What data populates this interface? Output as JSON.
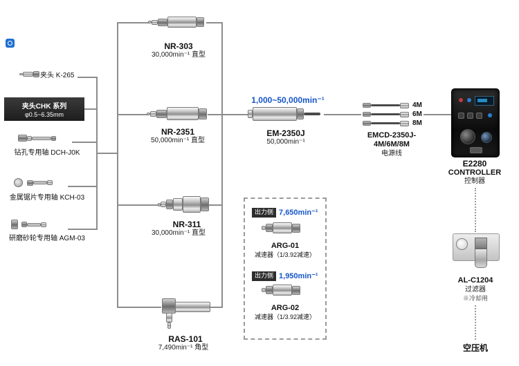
{
  "accessories": {
    "k265": {
      "label": "夹头 K-265"
    },
    "chk": {
      "line1": "夹头CHK 系列",
      "line2": "φ0.5~6.35mm"
    },
    "dch": {
      "label": "钻孔专用轴 DCH-J0K"
    },
    "kch": {
      "label": "金属锯片专用轴 KCH-03"
    },
    "agm": {
      "label": "研磨砂轮专用轴 AGM-03"
    }
  },
  "spindles": [
    {
      "model": "NR-303",
      "spec": "30,000min⁻¹ 直型"
    },
    {
      "model": "NR-2351",
      "spec": "50,000min⁻¹ 直型"
    },
    {
      "model": "NR-311",
      "spec": "30,000min⁻¹ 直型"
    },
    {
      "model": "RAS-101",
      "spec": "7,490min⁻¹ 角型"
    }
  ],
  "motor": {
    "range": "1,000~50,000min⁻¹",
    "model": "EM-2350J",
    "spec": "50,000min⁻¹"
  },
  "cables": {
    "lengths": [
      "4M",
      "6M",
      "8M"
    ],
    "model_line1": "EMCD-2350J-",
    "model_line2": "4M/6M/8M",
    "label": "电源线"
  },
  "controller": {
    "model": "E2280",
    "name": "CONTROLLER",
    "label": "控制器"
  },
  "reducers": [
    {
      "tag": "出力侧",
      "speed": "7,650min⁻¹",
      "model": "ARG-01",
      "desc": "减速器（1/3.92减速）"
    },
    {
      "tag": "出力侧",
      "speed": "1,950min⁻¹",
      "model": "ARG-02",
      "desc": "减速器（1/3.92减速）"
    }
  ],
  "filter": {
    "model": "AL-C1204",
    "label": "过滤器",
    "note": "※冷却用"
  },
  "compressor": {
    "label": "空压机"
  },
  "colors": {
    "accent_blue": "#1756c8",
    "line_gray": "#8c8c8c"
  }
}
